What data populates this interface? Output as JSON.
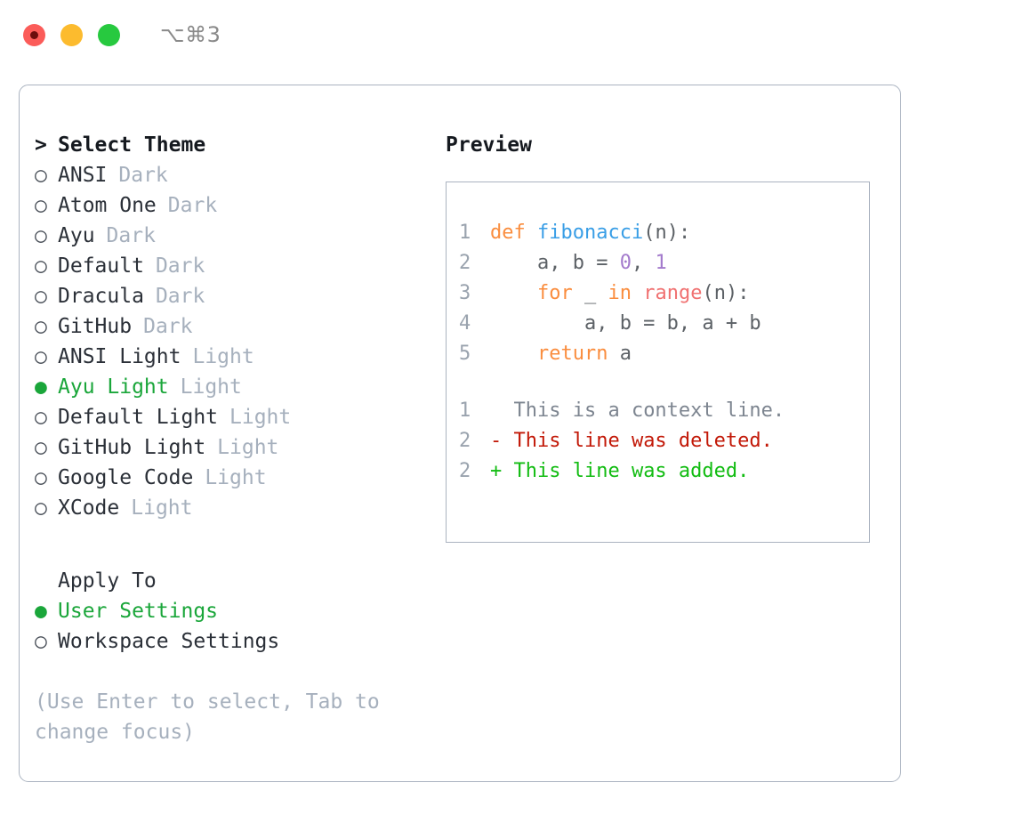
{
  "window": {
    "shortcut": "⌥⌘3",
    "traffic_lights": [
      "close-red",
      "minimize-yellow",
      "maximize-green"
    ]
  },
  "left_panel": {
    "heading": {
      "prefix": ">",
      "label": "Select Theme"
    },
    "themes": [
      {
        "bullet": "○",
        "name": "ANSI",
        "category": "Dark",
        "selected": false
      },
      {
        "bullet": "○",
        "name": "Atom One",
        "category": "Dark",
        "selected": false
      },
      {
        "bullet": "○",
        "name": "Ayu",
        "category": "Dark",
        "selected": false
      },
      {
        "bullet": "○",
        "name": "Default",
        "category": "Dark",
        "selected": false
      },
      {
        "bullet": "○",
        "name": "Dracula",
        "category": "Dark",
        "selected": false
      },
      {
        "bullet": "○",
        "name": "GitHub",
        "category": "Dark",
        "selected": false
      },
      {
        "bullet": "○",
        "name": "ANSI Light",
        "category": "Light",
        "selected": false
      },
      {
        "bullet": "●",
        "name": "Ayu Light",
        "category": "Light",
        "selected": true
      },
      {
        "bullet": "○",
        "name": "Default Light",
        "category": "Light",
        "selected": false
      },
      {
        "bullet": "○",
        "name": "GitHub Light",
        "category": "Light",
        "selected": false
      },
      {
        "bullet": "○",
        "name": "Google Code",
        "category": "Light",
        "selected": false
      },
      {
        "bullet": "○",
        "name": "XCode",
        "category": "Light",
        "selected": false
      }
    ],
    "apply_to": {
      "label": "Apply To",
      "options": [
        {
          "bullet": "●",
          "label": "User Settings",
          "selected": true
        },
        {
          "bullet": "○",
          "label": "Workspace Settings",
          "selected": false
        }
      ]
    },
    "hint": "(Use Enter to select, Tab to change focus)"
  },
  "right_panel": {
    "title": "Preview",
    "code_lines": [
      {
        "number": "1",
        "tokens": [
          {
            "text": "def ",
            "type": "kw"
          },
          {
            "text": "fibonacci",
            "type": "fn"
          },
          {
            "text": "(n):",
            "type": "plain"
          }
        ]
      },
      {
        "number": "2",
        "tokens": [
          {
            "text": "    a, b = ",
            "type": "plain"
          },
          {
            "text": "0",
            "type": "num"
          },
          {
            "text": ", ",
            "type": "plain"
          },
          {
            "text": "1",
            "type": "num"
          }
        ]
      },
      {
        "number": "3",
        "tokens": [
          {
            "text": "    ",
            "type": "plain"
          },
          {
            "text": "for",
            "type": "kw"
          },
          {
            "text": " _ ",
            "type": "plain"
          },
          {
            "text": "in",
            "type": "kw"
          },
          {
            "text": " ",
            "type": "plain"
          },
          {
            "text": "range",
            "type": "call"
          },
          {
            "text": "(n):",
            "type": "plain"
          }
        ]
      },
      {
        "number": "4",
        "tokens": [
          {
            "text": "        a, b = b, a + b",
            "type": "plain"
          }
        ]
      },
      {
        "number": "5",
        "tokens": [
          {
            "text": "    ",
            "type": "plain"
          },
          {
            "text": "return",
            "type": "kw"
          },
          {
            "text": " a",
            "type": "plain"
          }
        ]
      }
    ],
    "diff_lines": [
      {
        "number": "1",
        "marker": " ",
        "text": " This is a context line.",
        "type": "context"
      },
      {
        "number": "2",
        "marker": "-",
        "text": " This line was deleted.",
        "type": "deleted"
      },
      {
        "number": "2",
        "marker": "+",
        "text": " This line was added.",
        "type": "added"
      }
    ]
  },
  "colors": {
    "accent_green": "#1aa63a",
    "keyword_orange": "#fa8d3e",
    "function_blue": "#399ee6",
    "number_purple": "#a37acc",
    "call_red": "#f07171",
    "diff_deleted": "#c21807",
    "diff_added": "#12bc12",
    "muted": "#a6b0bd",
    "border": "#aab3c0"
  }
}
